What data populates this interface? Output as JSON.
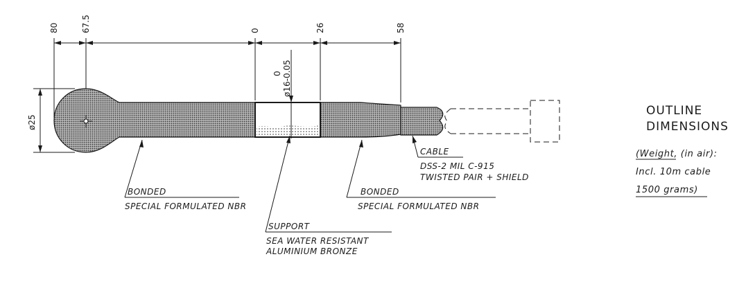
{
  "dimensions": {
    "top": [
      "80",
      "67.5",
      "0",
      "26",
      "58"
    ],
    "diameter_left": "ø25",
    "diameter_center_top": "0",
    "diameter_center": "ø16-0.05"
  },
  "labels": {
    "bonded_left": "BONDED",
    "bonded_left_material": "SPECIAL FORMULATED NBR",
    "support": "SUPPORT",
    "support_material_1": "SEA WATER RESISTANT",
    "support_material_2": "ALUMINIUM BRONZE",
    "bonded_right": "BONDED",
    "bonded_right_material": "SPECIAL FORMULATED NBR",
    "cable": "CABLE",
    "cable_spec_1": "DSS-2 MIL C-915",
    "cable_spec_2": "TWISTED PAIR + SHIELD"
  },
  "title": {
    "line1": "OUTLINE",
    "line2": "DIMENSIONS"
  },
  "weight_note": {
    "line1": "(Weight, (in air):",
    "line2": "Incl. 10m cable",
    "line3": "1500 grams)"
  },
  "colors": {
    "ink": "#1a1a1a",
    "fill": "#8a8a8a"
  }
}
